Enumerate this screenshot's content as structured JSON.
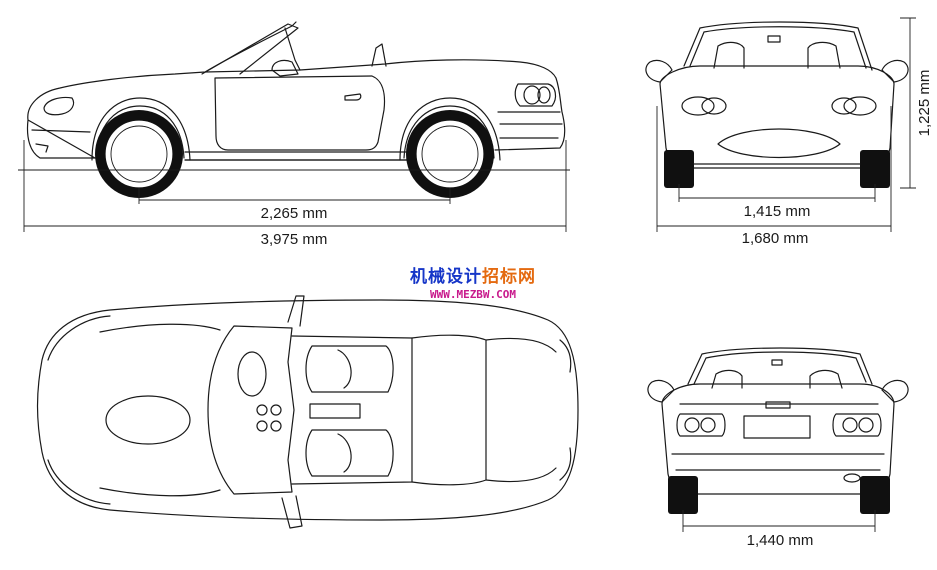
{
  "dimensions": {
    "wheelbase": "2,265 mm",
    "overall_length": "3,975 mm",
    "front_track": "1,415 mm",
    "overall_width": "1,680 mm",
    "rear_track": "1,440 mm",
    "height": "1,225 mm"
  },
  "watermark": {
    "chinese_part1": "机械设计",
    "chinese_part2": "招标网",
    "url": "WWW.MEZBW.COM"
  },
  "colors": {
    "line": "#1a1a1a",
    "watermark_blue": "#1636c8",
    "watermark_orange": "#e46a10",
    "watermark_url": "#c81a8c"
  }
}
